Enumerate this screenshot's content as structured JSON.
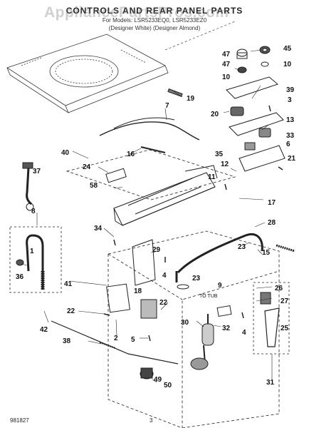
{
  "header": {
    "title": "CONTROLS AND REAR PANEL PARTS",
    "models_line": "For Models: LSR5233EQ0, LSR5233EZ0",
    "colors_line": "(Designer White) (Designer Almond)",
    "watermark": "AppliancePartsPros.com"
  },
  "callouts": [
    {
      "id": "c45",
      "label": "45"
    },
    {
      "id": "c47a",
      "label": "47"
    },
    {
      "id": "c10a",
      "label": "10"
    },
    {
      "id": "c47b",
      "label": "47"
    },
    {
      "id": "c10b",
      "label": "10"
    },
    {
      "id": "c39",
      "label": "39"
    },
    {
      "id": "c3",
      "label": "3"
    },
    {
      "id": "c19",
      "label": "19"
    },
    {
      "id": "c7",
      "label": "7"
    },
    {
      "id": "c20",
      "label": "20"
    },
    {
      "id": "c13",
      "label": "13"
    },
    {
      "id": "c33",
      "label": "33"
    },
    {
      "id": "c6",
      "label": "6"
    },
    {
      "id": "c35",
      "label": "35"
    },
    {
      "id": "c21",
      "label": "21"
    },
    {
      "id": "c40",
      "label": "40"
    },
    {
      "id": "c16",
      "label": "16"
    },
    {
      "id": "c12",
      "label": "12"
    },
    {
      "id": "c11",
      "label": "11"
    },
    {
      "id": "c24",
      "label": "24"
    },
    {
      "id": "c37",
      "label": "37"
    },
    {
      "id": "c58",
      "label": "58"
    },
    {
      "id": "c17",
      "label": "17"
    },
    {
      "id": "c8",
      "label": "8"
    },
    {
      "id": "c34",
      "label": "34"
    },
    {
      "id": "c28",
      "label": "28"
    },
    {
      "id": "c1",
      "label": "1"
    },
    {
      "id": "c36",
      "label": "36"
    },
    {
      "id": "c29",
      "label": "29"
    },
    {
      "id": "c23a",
      "label": "23"
    },
    {
      "id": "c15",
      "label": "15"
    },
    {
      "id": "c4a",
      "label": "4"
    },
    {
      "id": "c23b",
      "label": "23"
    },
    {
      "id": "c41",
      "label": "41"
    },
    {
      "id": "c26",
      "label": "26"
    },
    {
      "id": "c18",
      "label": "18"
    },
    {
      "id": "c9",
      "label": "9"
    },
    {
      "id": "c27",
      "label": "27"
    },
    {
      "id": "c22a",
      "label": "22"
    },
    {
      "id": "c22b",
      "label": "22"
    },
    {
      "id": "c30",
      "label": "30"
    },
    {
      "id": "c32",
      "label": "32"
    },
    {
      "id": "c42",
      "label": "42"
    },
    {
      "id": "c2",
      "label": "2"
    },
    {
      "id": "c4b",
      "label": "4"
    },
    {
      "id": "c25",
      "label": "25"
    },
    {
      "id": "c5",
      "label": "5"
    },
    {
      "id": "c38",
      "label": "38"
    },
    {
      "id": "c49",
      "label": "49"
    },
    {
      "id": "c50",
      "label": "50"
    },
    {
      "id": "c31",
      "label": "31"
    }
  ],
  "to_tub_label": "TO TUB",
  "footer": {
    "doc_number": "981827",
    "page_number": "3"
  }
}
